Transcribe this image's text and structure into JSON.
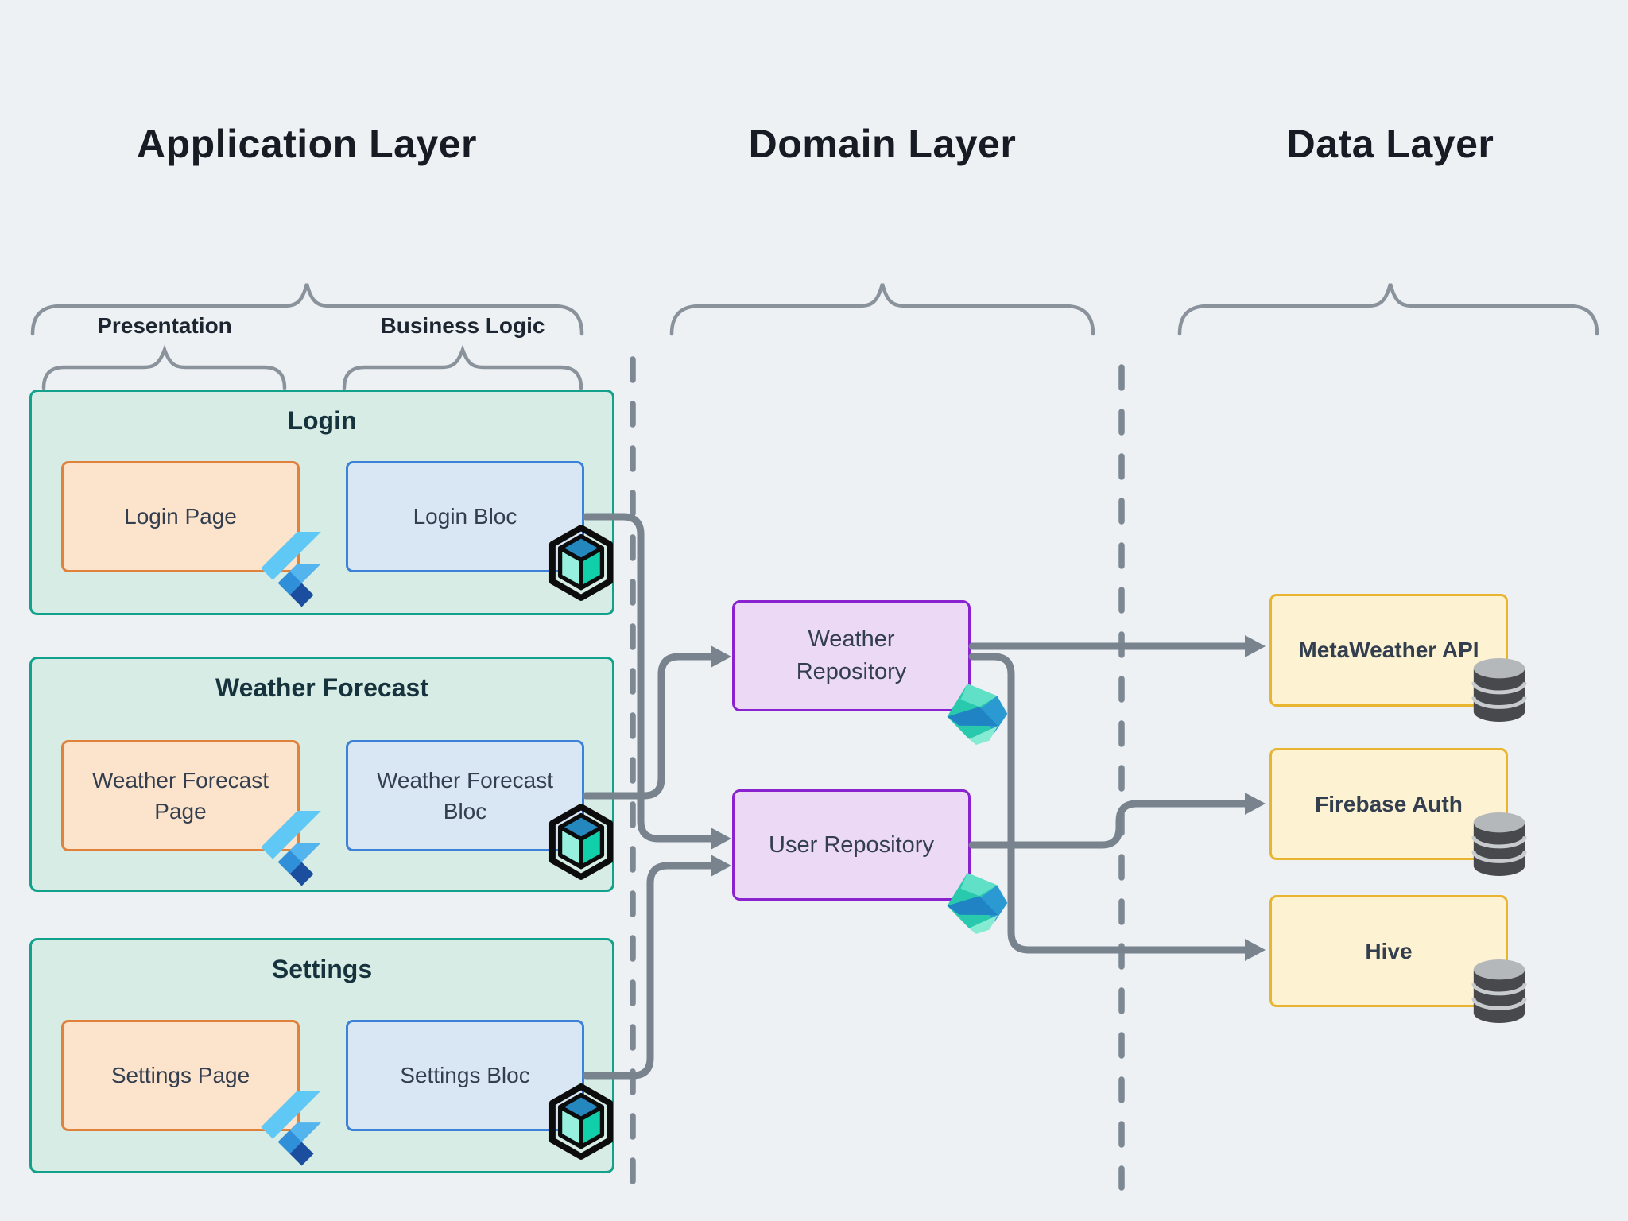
{
  "application": {
    "title": "Application Layer",
    "presentation_label": "Presentation",
    "business_logic_label": "Business Logic",
    "sections": [
      {
        "title": "Login",
        "page": "Login Page",
        "bloc": "Login Bloc"
      },
      {
        "title": "Weather Forecast",
        "page": "Weather Forecast Page",
        "bloc": "Weather Forecast Bloc"
      },
      {
        "title": "Settings",
        "page": "Settings Page",
        "bloc": "Settings Bloc"
      }
    ]
  },
  "domain": {
    "title": "Domain Layer",
    "repositories": [
      {
        "label": "Weather Repository"
      },
      {
        "label": "User Repository"
      }
    ]
  },
  "data_layer": {
    "title": "Data Layer",
    "sources": [
      {
        "label": "MetaWeather API"
      },
      {
        "label": "Firebase Auth"
      },
      {
        "label": "Hive"
      }
    ]
  },
  "connections": [
    {
      "from": "Login Bloc",
      "to": "User Repository"
    },
    {
      "from": "Weather Forecast Bloc",
      "to": "Weather Repository"
    },
    {
      "from": "Settings Bloc",
      "to": "User Repository"
    },
    {
      "from": "Weather Repository",
      "to": "MetaWeather API"
    },
    {
      "from": "Weather Repository",
      "to": "Hive"
    },
    {
      "from": "User Repository",
      "to": "Firebase Auth"
    }
  ],
  "icons": {
    "page_badge": "flutter-icon",
    "bloc_badge": "bloc-cube-icon",
    "repository_badge": "dart-icon",
    "data_source_badge": "database-icon"
  },
  "colors": {
    "background": "#edf1f4",
    "section_fill": "#d6ece4",
    "section_border": "#12a28b",
    "page_fill": "#fbe3cc",
    "page_border": "#e0813c",
    "bloc_fill": "#d9e6f4",
    "bloc_border": "#3b82d8",
    "repo_fill": "#ecd9f5",
    "repo_border": "#8b22cf",
    "data_fill": "#fdf3d3",
    "data_border": "#e9b42f",
    "connector": "#78838e",
    "separator": "#7d8893",
    "brace": "#8a939c",
    "title_text": "#171c24",
    "label_text": "#333e4e"
  }
}
